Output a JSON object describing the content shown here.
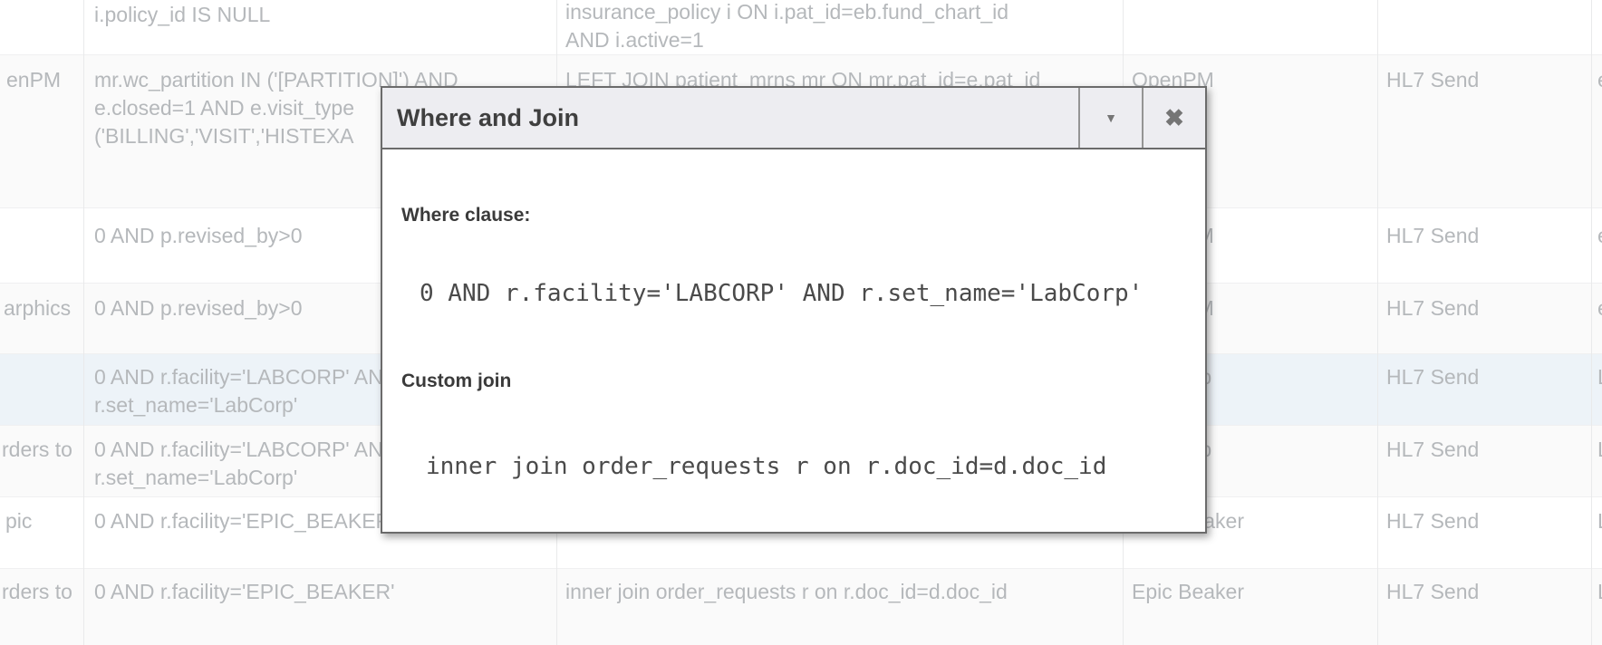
{
  "dialog": {
    "title": "Where and Join",
    "collapse_icon": "▼",
    "close_icon": "✖",
    "where_label": "Where clause:",
    "where_clause": "0 AND r.facility='LABCORP' AND r.set_name='LabCorp'",
    "join_label": "Custom join",
    "custom_join": "inner join order_requests r on r.doc_id=d.doc_id"
  },
  "table": {
    "rows": [
      {
        "name": "",
        "where": "i.policy_id IS NULL",
        "join": "insurance_policy i ON i.pat_id=eb.fund_chart_id\nAND i.active=1",
        "system": "",
        "hl7": "",
        "extra": ""
      },
      {
        "name": "enPM",
        "where": "mr.wc_partition IN ('[PARTITION]') AND\ne.closed=1 AND e.visit_type\n('BILLING','VISIT','HISTEXA",
        "join": "LEFT JOIN patient_mrns mr ON mr.pat_id=e.pat_id",
        "system": "OpenPM",
        "hl7": "HL7 Send",
        "extra": "e"
      },
      {
        "name": "",
        "where": "0 AND p.revised_by>0",
        "join": "",
        "system": "OpenPM",
        "hl7": "HL7 Send",
        "extra": "e"
      },
      {
        "name": "arphics",
        "where": "0 AND p.revised_by>0",
        "join": "",
        "system": "OpenPM",
        "hl7": "HL7 Send",
        "extra": "e"
      },
      {
        "name": "",
        "where": "0 AND r.facility='LABCORP' AND\nr.set_name='LabCorp'",
        "join": "",
        "system": "LabCorp",
        "hl7": "HL7 Send",
        "extra": "L"
      },
      {
        "name": "rders to",
        "where": "0 AND r.facility='LABCORP' AND\nr.set_name='LabCorp'",
        "join": "",
        "system": "LabCorp",
        "hl7": "HL7 Send",
        "extra": "L"
      },
      {
        "name": "pic",
        "where": "0 AND r.facility='EPIC_BEAKER'",
        "join": "",
        "system": "Epic Beaker",
        "hl7": "HL7 Send",
        "extra": "L"
      },
      {
        "name": "rders to",
        "where": "0 AND r.facility='EPIC_BEAKER'",
        "join": "inner join order_requests r on r.doc_id=d.doc_id",
        "system": "Epic Beaker",
        "hl7": "HL7 Send",
        "extra": "L"
      }
    ]
  }
}
